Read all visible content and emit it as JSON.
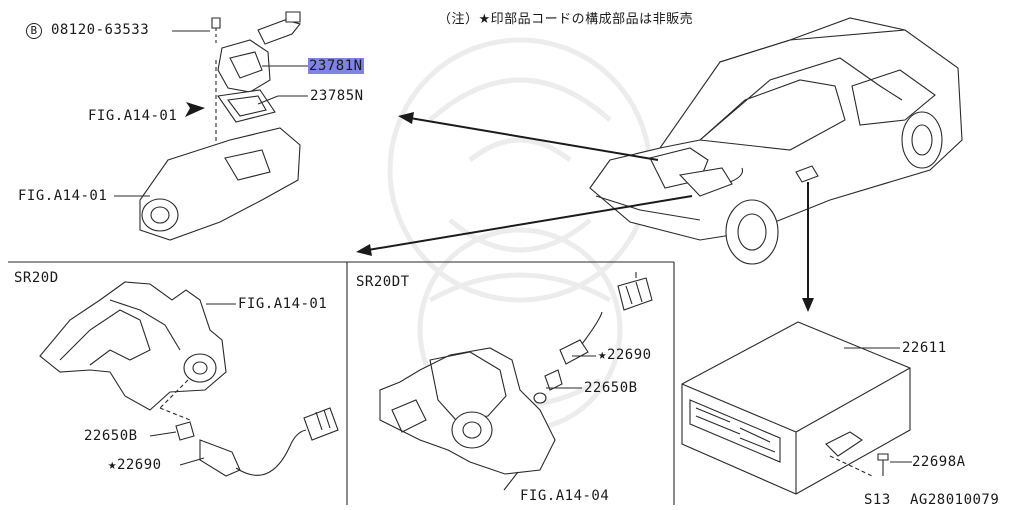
{
  "note": "（注）★印部品コードの構成部品は非販売",
  "top_left": {
    "bolt_circle": "B",
    "bolt_code": "08120-63533",
    "part_highlight": "23781N",
    "gasket": "23785N",
    "fig_arrow": "FIG.A14-01",
    "fig_manifold": "FIG.A14-01"
  },
  "sr20d": {
    "title": "SR20D",
    "fig": "FIG.A14-01",
    "plug": "22650B",
    "sensor_star": "★",
    "sensor": "22690"
  },
  "sr20dt": {
    "title": "SR20DT",
    "sensor_star": "★",
    "sensor": "22690",
    "plug": "22650B",
    "fig": "FIG.A14-04"
  },
  "ecu": {
    "unit": "22611",
    "screw": "22698A"
  },
  "footer": {
    "section": "S13",
    "code": "AG28010079"
  }
}
